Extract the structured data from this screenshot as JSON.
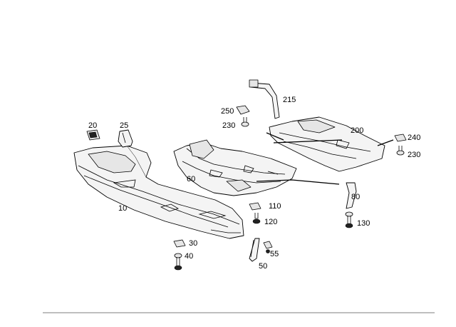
{
  "callouts": [
    {
      "id": "p10",
      "text": "10"
    },
    {
      "id": "p20",
      "text": "20"
    },
    {
      "id": "p25",
      "text": "25"
    },
    {
      "id": "p30",
      "text": "30"
    },
    {
      "id": "p40",
      "text": "40"
    },
    {
      "id": "p50",
      "text": "50"
    },
    {
      "id": "p55",
      "text": "55"
    },
    {
      "id": "p60",
      "text": "60"
    },
    {
      "id": "p80",
      "text": "80"
    },
    {
      "id": "p110",
      "text": "110"
    },
    {
      "id": "p120",
      "text": "120"
    },
    {
      "id": "p130",
      "text": "130"
    },
    {
      "id": "p200",
      "text": "200"
    },
    {
      "id": "p215",
      "text": "215"
    },
    {
      "id": "p230a",
      "text": "230"
    },
    {
      "id": "p230b",
      "text": "230"
    },
    {
      "id": "p240",
      "text": "240"
    },
    {
      "id": "p250",
      "text": "250"
    }
  ],
  "colors": {
    "line": "#000000",
    "background": "#ffffff",
    "part_fill": "#f4f4f4"
  }
}
